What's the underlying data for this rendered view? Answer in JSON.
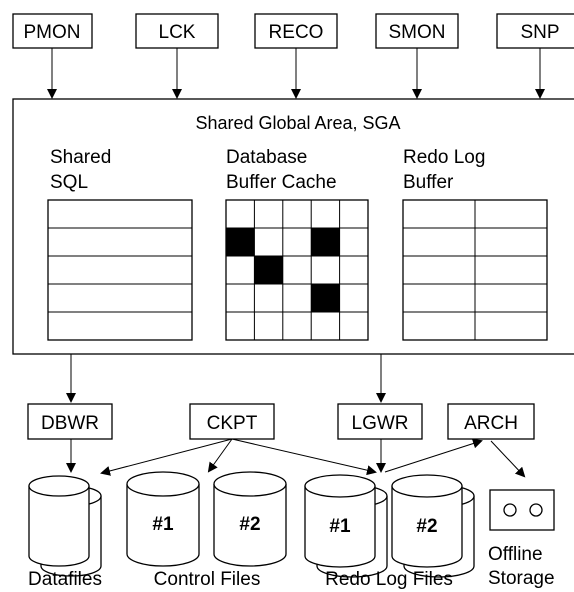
{
  "processes_top": [
    {
      "id": "pmon",
      "label": "PMON"
    },
    {
      "id": "lck",
      "label": "LCK"
    },
    {
      "id": "reco",
      "label": "RECO"
    },
    {
      "id": "smon",
      "label": "SMON"
    },
    {
      "id": "snp",
      "label": "SNP"
    }
  ],
  "sga": {
    "title": "Shared Global Area, SGA",
    "shared_sql": {
      "line1": "Shared",
      "line2": "SQL"
    },
    "buffer_cache": {
      "line1": "Database",
      "line2": "Buffer Cache"
    },
    "redo_buffer": {
      "line1": "Redo Log",
      "line2": "Buffer"
    }
  },
  "processes_bottom": [
    {
      "id": "dbwr",
      "label": "DBWR"
    },
    {
      "id": "ckpt",
      "label": "CKPT"
    },
    {
      "id": "lgwr",
      "label": "LGWR"
    },
    {
      "id": "arch",
      "label": "ARCH"
    }
  ],
  "files": {
    "control_1": "#1",
    "control_2": "#2",
    "redo_1": "#1",
    "redo_2": "#2"
  },
  "captions": {
    "datafiles": "Datafiles",
    "control_files": "Control Files",
    "redo_log_files": "Redo Log Files",
    "offline_line1": "Offline",
    "offline_line2": "Storage"
  }
}
